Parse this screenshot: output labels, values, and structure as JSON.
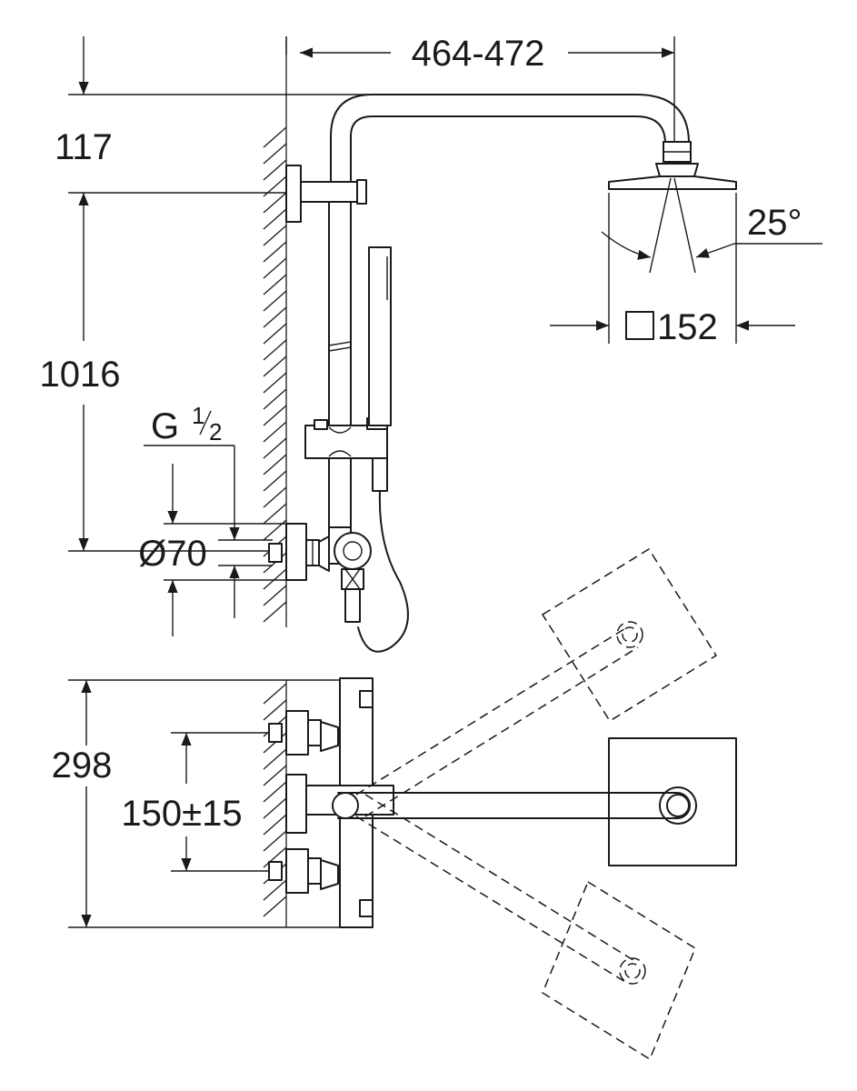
{
  "dimensions": {
    "arm_reach": "464-472",
    "arm_height": "117",
    "rail_height": "1016",
    "thread_size": "G",
    "thread_fraction_numerator": "1",
    "thread_fraction_denominator": "2",
    "escutcheon_diameter": "Ø70",
    "spray_angle": "25°",
    "head_size": "152",
    "mixer_width": "298",
    "inlet_spacing": "150±15"
  }
}
